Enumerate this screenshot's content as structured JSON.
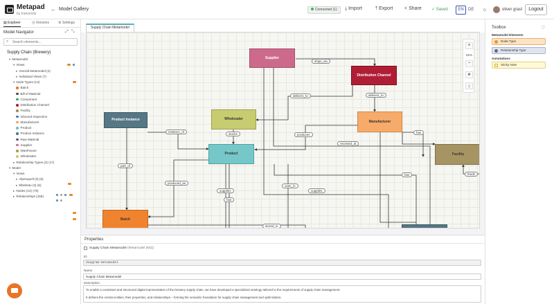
{
  "app": {
    "title": "Metapad",
    "subtitle": "by transentis"
  },
  "header": {
    "back_icon": "arrow-left-icon",
    "crumb": "Model Gallery",
    "connection": "Connected (1)",
    "import": "Import",
    "export": "Export",
    "share": "Share",
    "saved": "Saved",
    "lang_en": "EN",
    "lang_de": "DE",
    "user": "oliver grasl",
    "logout": "Logout"
  },
  "left": {
    "tabs": [
      "Explorer",
      "Versions",
      "Settings"
    ],
    "title": "Model Navigator",
    "search_placeholder": "Search elements...",
    "root": "Supply Chain (Brewery)",
    "tree": [
      {
        "label": "Metamodel",
        "tog": "▾",
        "depth": 1
      },
      {
        "label": "Views",
        "tog": "▾",
        "depth": 2
      },
      {
        "label": "Overall Metamodel (2)",
        "tog": "▸",
        "depth": 3
      },
      {
        "label": "Individual Views (7)",
        "tog": "▸",
        "depth": 3
      },
      {
        "label": "Node Types (13)",
        "tog": "▾",
        "depth": 2
      },
      {
        "label": "Batch",
        "depth": 3,
        "color": "#e8742a"
      },
      {
        "label": "Bill of Material",
        "depth": 3,
        "color": "#4a4a4a"
      },
      {
        "label": "Component",
        "depth": 3,
        "color": "#3a9a6a"
      },
      {
        "label": "Distribution Channel",
        "depth": 3,
        "color": "#b01e35"
      },
      {
        "label": "Facility",
        "depth": 3,
        "color": "#a09050"
      },
      {
        "label": "Inbound Inspection",
        "depth": 3,
        "color": "#3b7bbd"
      },
      {
        "label": "Manufacturer",
        "depth": 3,
        "color": "#f0a060"
      },
      {
        "label": "Product",
        "depth": 3,
        "color": "#6ac0c0"
      },
      {
        "label": "Product Instance",
        "depth": 3,
        "color": "#567785"
      },
      {
        "label": "Raw Material",
        "depth": 3,
        "color": "#6b4a8a"
      },
      {
        "label": "Supplier",
        "depth": 3,
        "color": "#cc6a8e"
      },
      {
        "label": "Warehouse",
        "depth": 3,
        "color": "#aaa040"
      },
      {
        "label": "Wholesaler",
        "depth": 3,
        "color": "#c8cc70"
      },
      {
        "label": "Relationship Types (2) (17)",
        "tog": "▸",
        "depth": 2
      },
      {
        "label": "Model",
        "tog": "▾",
        "depth": 1
      },
      {
        "label": "Views",
        "tog": "▾",
        "depth": 2
      },
      {
        "label": "Alpenquell (3) (5)",
        "tog": "▸",
        "depth": 3
      },
      {
        "label": "Elbebräu (3) (5)",
        "tog": "▸",
        "depth": 3
      },
      {
        "label": "Nodes (14) (79)",
        "tog": "▸",
        "depth": 2
      },
      {
        "label": "Relationships (159)",
        "tog": "▸",
        "depth": 2
      }
    ]
  },
  "diagram": {
    "tab": "Supply Chain Metamodel",
    "zoom": "65%",
    "nodes": {
      "supplier": "Supplier",
      "distribution_channel": "Distribution Channel",
      "product_instance": "Product Instance",
      "wholesaler": "Wholesaler",
      "manufacturer": "Manufacturer",
      "product": "Product",
      "facility": "Facility",
      "batch": "Batch"
    },
    "edges": {
      "ships_via": "ships_via",
      "delivers_to_1": "delivers_to",
      "delivers_to_2": "delivers_to",
      "instance_of": "instance_of",
      "stocks": "stocks",
      "produces": "produces",
      "received_at": "received_at",
      "has_1": "has",
      "part_of": "part_of",
      "produced_as": "produced_as",
      "supplies_1": "supplies",
      "has_2": "has",
      "uses_in": "uses_in",
      "supplies_2": "supplies",
      "has_3": "has",
      "feeds": "feeds",
      "stored_in": "stored_in"
    }
  },
  "properties": {
    "title": "Properties",
    "element_name": "Supply Chain Metamodel",
    "element_meta": "(Metamodel (M2))",
    "id_label": "ID",
    "id_value": "diagram-metamodel",
    "name_label": "Name",
    "name_value": "Supply Chain Metamodel",
    "desc_label": "Description",
    "desc_line1": "To enable a consistent and structured digital representation of the brewery supply chain, we have developed a specialised ontology tailored to the requirements of supply chain management.",
    "desc_line2": "It defines the central entities, their properties, and relationships – forming the semantic foundation for supply chain management and optimization."
  },
  "toolbox": {
    "title": "Toolbox",
    "section1": "Metamodel Elements",
    "node_type": "Node Type",
    "relationship_type": "Relationship Type",
    "section2": "Annotations",
    "sticky_note": "Sticky Note",
    "colors": {
      "node_type_bg": "#fde3c2",
      "node_type_dot": "#e8952f",
      "rel_type_bg": "#dfe4ee",
      "rel_type_dot": "#56708a"
    }
  }
}
